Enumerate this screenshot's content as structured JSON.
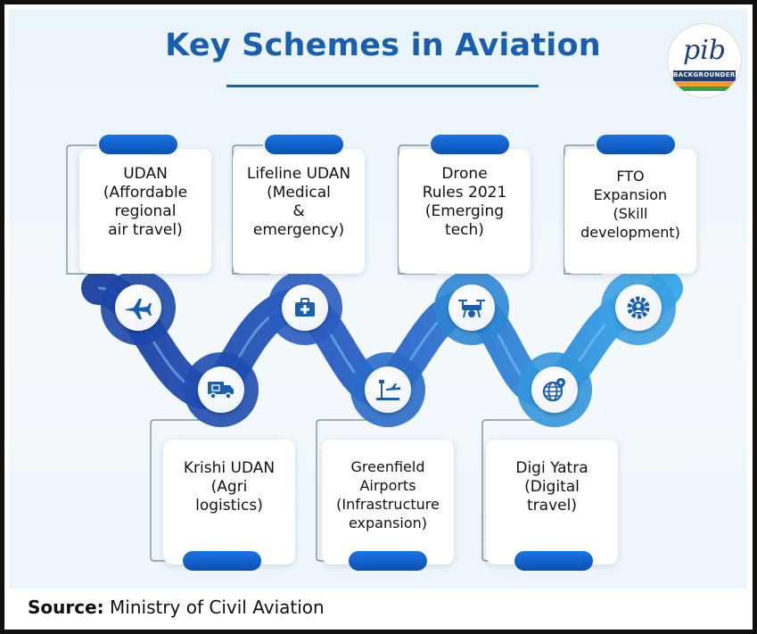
{
  "title": "Key Schemes in Aviation",
  "logo": {
    "text": "pib",
    "band": "BACKGROUNDERS"
  },
  "schemes": [
    {
      "label": "UDAN (Affordable regional air travel)",
      "lines": [
        "UDAN",
        "(Affordable",
        "regional",
        "air travel)"
      ],
      "icon": "airplane-icon"
    },
    {
      "label": "Lifeline UDAN (Medical & emergency)",
      "lines": [
        "Lifeline UDAN",
        "(Medical",
        "&",
        "emergency)"
      ],
      "icon": "medical-kit-icon"
    },
    {
      "label": "Drone Rules 2021 (Emerging tech)",
      "lines": [
        "Drone",
        "Rules 2021",
        "(Emerging",
        "tech)"
      ],
      "icon": "drone-icon"
    },
    {
      "label": "FTO Expansion (Skill development)",
      "lines": [
        "FTO",
        "Expansion",
        "(Skill",
        "development)"
      ],
      "icon": "gear-person-icon"
    },
    {
      "label": "Krishi UDAN (Agri logistics)",
      "lines": [
        "Krishi UDAN",
        "(Agri",
        "logistics)"
      ],
      "icon": "delivery-truck-icon"
    },
    {
      "label": "Greenfield Airports (Infrastructure expansion)",
      "lines": [
        "Greenfield",
        "Airports",
        "(Infrastructure",
        "expansion)"
      ],
      "icon": "airport-tower-icon"
    },
    {
      "label": "Digi Yatra (Digital travel)",
      "lines": [
        "Digi Yatra",
        "(Digital",
        "travel)"
      ],
      "icon": "globe-location-icon"
    }
  ],
  "source": {
    "label": "Source:",
    "value": "Ministry of Civil Aviation"
  },
  "colors": {
    "title": "#1a5fae",
    "tab": "#1565d8",
    "wave_dark": "#1b3f9e",
    "wave_light": "#35a8e8"
  }
}
